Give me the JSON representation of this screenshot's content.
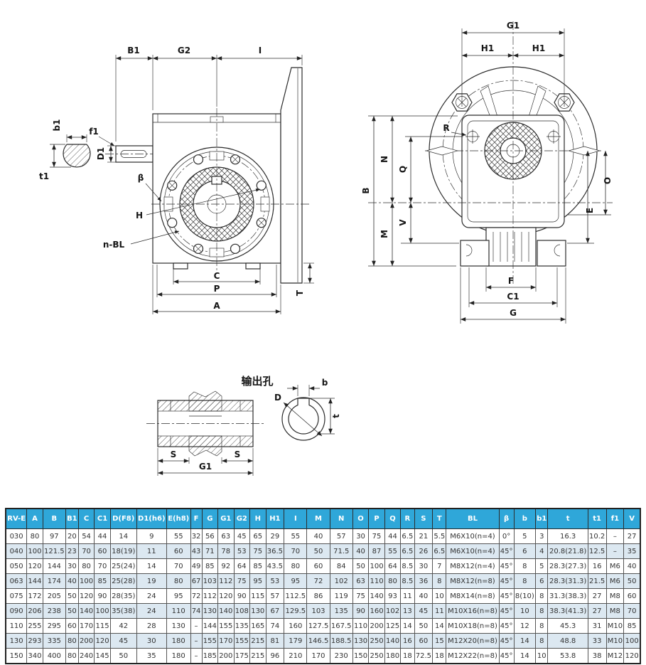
{
  "labels": {
    "A": "A",
    "B": "B",
    "B1": "B1",
    "C": "C",
    "C1": "C1",
    "D": "D",
    "D1": "D1",
    "E": "E",
    "F": "F",
    "G": "G",
    "G1": "G1",
    "G2": "G2",
    "H": "H",
    "H1": "H1",
    "I": "I",
    "M": "M",
    "N": "N",
    "O": "O",
    "P": "P",
    "Q": "Q",
    "R": "R",
    "S": "S",
    "T": "T",
    "V": "V",
    "b": "b",
    "b1": "b1",
    "t": "t",
    "t1": "t1",
    "f1": "f1",
    "beta": "β",
    "n_bl": "n-BL",
    "output_hole_title": "输出孔"
  },
  "table": {
    "header_bg": "#2fa7d9",
    "stripe_bg": "#dce8f1",
    "columns": [
      "RV-E",
      "A",
      "B",
      "B1",
      "C",
      "C1",
      "D(F8)",
      "D1(h6)",
      "E(h8)",
      "F",
      "G",
      "G1",
      "G2",
      "H",
      "H1",
      "I",
      "M",
      "N",
      "O",
      "P",
      "Q",
      "R",
      "S",
      "T",
      "BL",
      "β",
      "b",
      "b1",
      "t",
      "t1",
      "f1",
      "V"
    ],
    "rows": [
      [
        "030",
        "80",
        "97",
        "20",
        "54",
        "44",
        "14",
        "9",
        "55",
        "32",
        "56",
        "63",
        "45",
        "65",
        "29",
        "55",
        "40",
        "57",
        "30",
        "75",
        "44",
        "6.5",
        "21",
        "5.5",
        "M6X10(n=4)",
        "0°",
        "5",
        "3",
        "16.3",
        "10.2",
        "–",
        "27"
      ],
      [
        "040",
        "100",
        "121.5",
        "23",
        "70",
        "60",
        "18(19)",
        "11",
        "60",
        "43",
        "71",
        "78",
        "53",
        "75",
        "36.5",
        "70",
        "50",
        "71.5",
        "40",
        "87",
        "55",
        "6.5",
        "26",
        "6.5",
        "M6X10(n=4)",
        "45°",
        "6",
        "4",
        "20.8(21.8)",
        "12.5",
        "–",
        "35"
      ],
      [
        "050",
        "120",
        "144",
        "30",
        "80",
        "70",
        "25(24)",
        "14",
        "70",
        "49",
        "85",
        "92",
        "64",
        "85",
        "43.5",
        "80",
        "60",
        "84",
        "50",
        "100",
        "64",
        "8.5",
        "30",
        "7",
        "M8X12(n=4)",
        "45°",
        "8",
        "5",
        "28.3(27.3)",
        "16",
        "M6",
        "40"
      ],
      [
        "063",
        "144",
        "174",
        "40",
        "100",
        "85",
        "25(28)",
        "19",
        "80",
        "67",
        "103",
        "112",
        "75",
        "95",
        "53",
        "95",
        "72",
        "102",
        "63",
        "110",
        "80",
        "8.5",
        "36",
        "8",
        "M8X12(n=8)",
        "45°",
        "8",
        "6",
        "28.3(31.3)",
        "21.5",
        "M6",
        "50"
      ],
      [
        "075",
        "172",
        "205",
        "50",
        "120",
        "90",
        "28(35)",
        "24",
        "95",
        "72",
        "112",
        "120",
        "90",
        "115",
        "57",
        "112.5",
        "86",
        "119",
        "75",
        "140",
        "93",
        "11",
        "40",
        "10",
        "M8X14(n=8)",
        "45°",
        "8(10)",
        "8",
        "31.3(38.3)",
        "27",
        "M8",
        "60"
      ],
      [
        "090",
        "206",
        "238",
        "50",
        "140",
        "100",
        "35(38)",
        "24",
        "110",
        "74",
        "130",
        "140",
        "108",
        "130",
        "67",
        "129.5",
        "103",
        "135",
        "90",
        "160",
        "102",
        "13",
        "45",
        "11",
        "M10X16(n=8)",
        "45°",
        "10",
        "8",
        "38.3(41.3)",
        "27",
        "M8",
        "70"
      ],
      [
        "110",
        "255",
        "295",
        "60",
        "170",
        "115",
        "42",
        "28",
        "130",
        "–",
        "144",
        "155",
        "135",
        "165",
        "74",
        "160",
        "127.5",
        "167.5",
        "110",
        "200",
        "125",
        "14",
        "50",
        "14",
        "M10X18(n=8)",
        "45°",
        "12",
        "8",
        "45.3",
        "31",
        "M10",
        "85"
      ],
      [
        "130",
        "293",
        "335",
        "80",
        "200",
        "120",
        "45",
        "30",
        "180",
        "–",
        "155",
        "170",
        "155",
        "215",
        "81",
        "179",
        "146.5",
        "188.5",
        "130",
        "250",
        "140",
        "16",
        "60",
        "15",
        "M12X20(n=8)",
        "45°",
        "14",
        "8",
        "48.8",
        "33",
        "M10",
        "100"
      ],
      [
        "150",
        "340",
        "400",
        "80",
        "240",
        "145",
        "50",
        "35",
        "180",
        "–",
        "185",
        "200",
        "175",
        "215",
        "96",
        "210",
        "170",
        "230",
        "150",
        "250",
        "180",
        "18",
        "72.5",
        "18",
        "M12X22(n=8)",
        "45°",
        "14",
        "10",
        "53.8",
        "38",
        "M12",
        "120"
      ]
    ]
  }
}
